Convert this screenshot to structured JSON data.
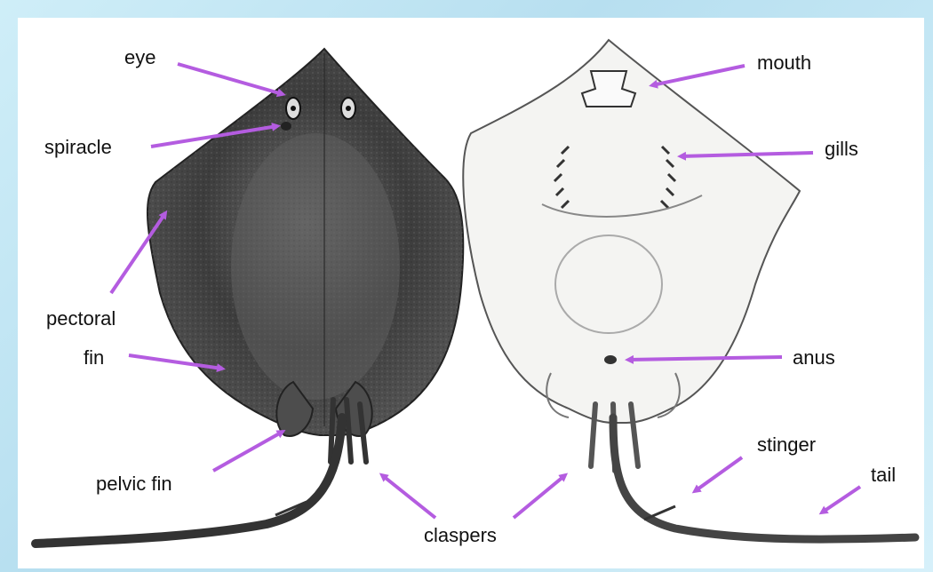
{
  "labels": {
    "eye": "eye",
    "spiracle": "spiracle",
    "pectoral_fin_line1": "pectoral",
    "pectoral_fin_line2": "fin",
    "pelvic_fin": "pelvic fin",
    "claspers": "claspers",
    "mouth": "mouth",
    "gills": "gills",
    "anus": "anus",
    "stinger": "stinger",
    "tail": "tail"
  },
  "colors": {
    "arrow": "#b45ce0",
    "background": "#bfe4f2",
    "dorsal_body": "#4a4a4a",
    "ventral_body": "#f4f4f2"
  }
}
